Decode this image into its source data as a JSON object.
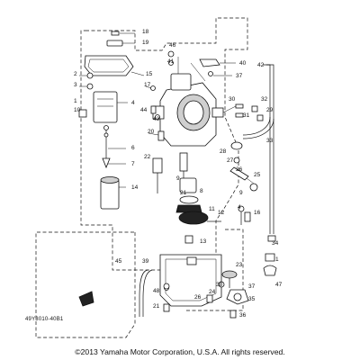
{
  "diagram": {
    "callouts": [
      "18",
      "19",
      "2",
      "15",
      "3",
      "1",
      "4",
      "10",
      "6",
      "7",
      "14",
      "46",
      "41",
      "40",
      "37",
      "17",
      "44",
      "43",
      "20",
      "42",
      "30",
      "31",
      "32",
      "29",
      "33",
      "28",
      "27",
      "26",
      "25",
      "22",
      "5",
      "9",
      "8",
      "11",
      "12",
      "4",
      "16",
      "34",
      "13",
      "39",
      "45",
      "1",
      "47",
      "48",
      "26",
      "21",
      "23",
      "38",
      "37",
      "35",
      "36",
      "24",
      "21",
      "9",
      "4"
    ],
    "code": "49Y3010-40B1",
    "copyright": "©2013 Yamaha Motor Corporation, U.S.A. All rights reserved."
  }
}
